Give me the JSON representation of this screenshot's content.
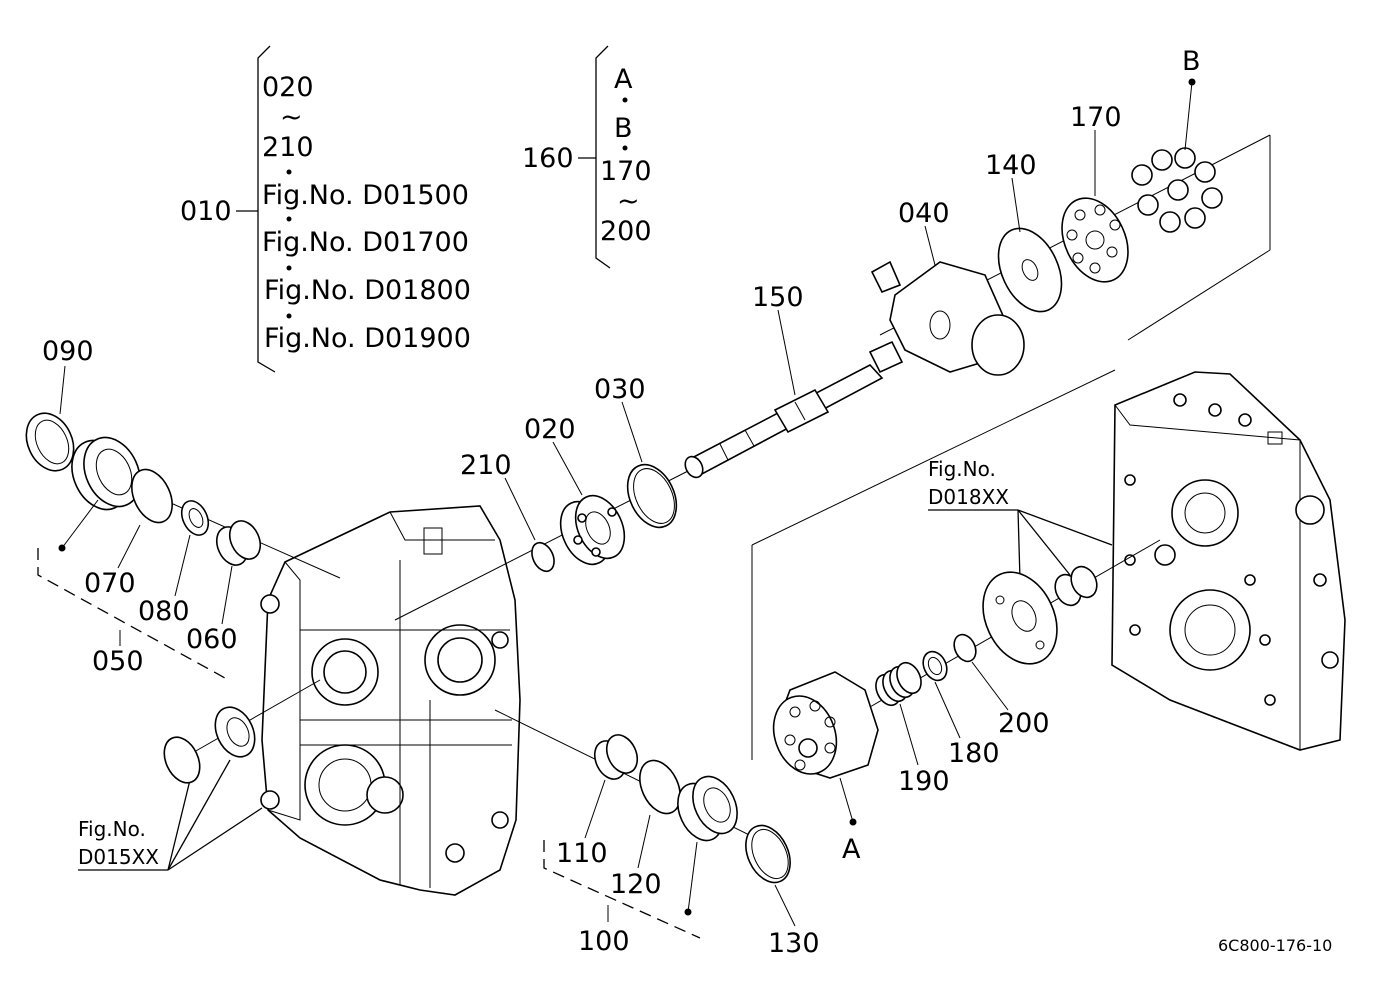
{
  "callouts": {
    "p010": "010",
    "p020": "020",
    "p030": "030",
    "p040": "040",
    "p050": "050",
    "p060": "060",
    "p070": "070",
    "p080": "080",
    "p090": "090",
    "p100": "100",
    "p110": "110",
    "p120": "120",
    "p130": "130",
    "p140": "140",
    "p150": "150",
    "p160": "160",
    "p170": "170",
    "p180": "180",
    "p190": "190",
    "p200": "200",
    "p210": "210"
  },
  "group_010": {
    "range_start": "020",
    "tilde": "~",
    "range_end": "210",
    "fig1": "Fig.No.  D01500",
    "fig2": "Fig.No.  D01700",
    "fig3": "Fig.No.  D01800",
    "fig4": "Fig.No.  D01900"
  },
  "group_160": {
    "a": "A",
    "b": "B",
    "range_start": "170",
    "tilde": "~",
    "range_end": "200"
  },
  "refs": {
    "fig_d018_line1": "Fig.No.",
    "fig_d018_line2": "D018XX",
    "fig_d015_line1": "Fig.No.",
    "fig_d015_line2": "D015XX",
    "marker_a": "A",
    "marker_b": "B"
  },
  "drawing_code": "6C800-176-10"
}
